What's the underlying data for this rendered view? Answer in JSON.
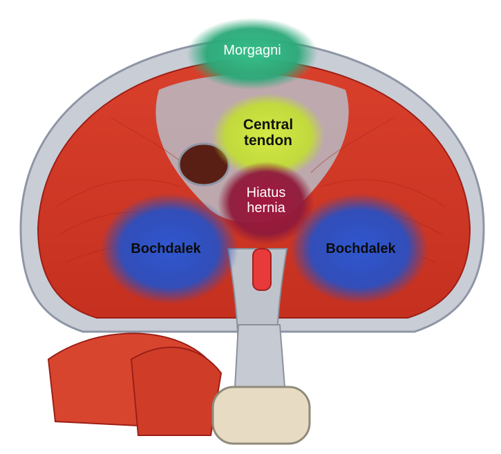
{
  "figure": {
    "subject": "Diaphragm anatomy (inferior view)",
    "regions": [
      {
        "key": "morgagni",
        "label": "Morgagni",
        "color": "#2db27a"
      },
      {
        "key": "central",
        "label_line1": "Central",
        "label_line2": "tendon",
        "color": "#c8e03c"
      },
      {
        "key": "hiatus",
        "label_line1": "Hiatus",
        "label_line2": "hernia",
        "color": "#9b1b3f"
      },
      {
        "key": "bochdalek_left",
        "label": "Bochdalek",
        "color": "#2d55c8"
      },
      {
        "key": "bochdalek_right",
        "label": "Bochdalek",
        "color": "#2d55c8"
      }
    ]
  },
  "labels": {
    "morgagni": "Morgagni",
    "central_1": "Central",
    "central_2": "tendon",
    "hiatus_1": "Hiatus",
    "hiatus_2": "hernia",
    "bochdalek_left": "Bochdalek",
    "bochdalek_right": "Bochdalek"
  }
}
